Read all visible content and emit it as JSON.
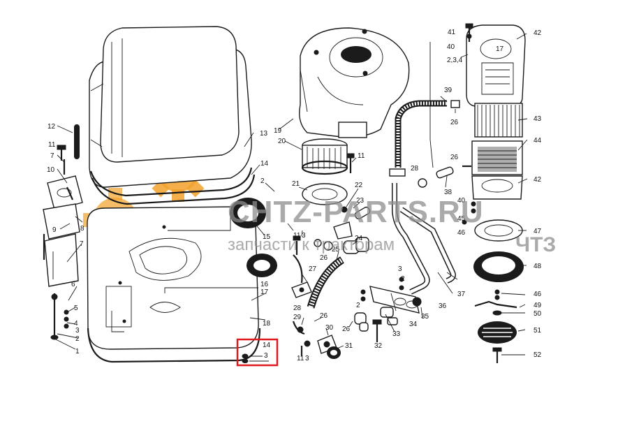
{
  "diagram": {
    "part_numbers": [
      "1",
      "2",
      "3",
      "4",
      "5",
      "6",
      "7",
      "8",
      "9",
      "10",
      "11",
      "12",
      "13",
      "14",
      "15",
      "16",
      "17",
      "18",
      "19",
      "20",
      "21",
      "22",
      "23",
      "24",
      "25",
      "26",
      "27",
      "28",
      "29",
      "30",
      "31",
      "32",
      "33",
      "34",
      "35",
      "36",
      "37",
      "38",
      "39",
      "40",
      "41",
      "42",
      "43",
      "44",
      "45",
      "46",
      "47",
      "48",
      "49",
      "50",
      "51",
      "52",
      "2,3,4"
    ],
    "highlight": {
      "color": "#e0191f",
      "labels": [
        "14",
        "3"
      ]
    }
  },
  "watermark": {
    "line1": "CHTZ-PARTS.RU",
    "line2": "запчасти к тракторам",
    "line3": "ЧТЗ",
    "color": "#8e8e8e",
    "gear_colors": [
      "#f2a12a",
      "#b5b5b5"
    ]
  }
}
